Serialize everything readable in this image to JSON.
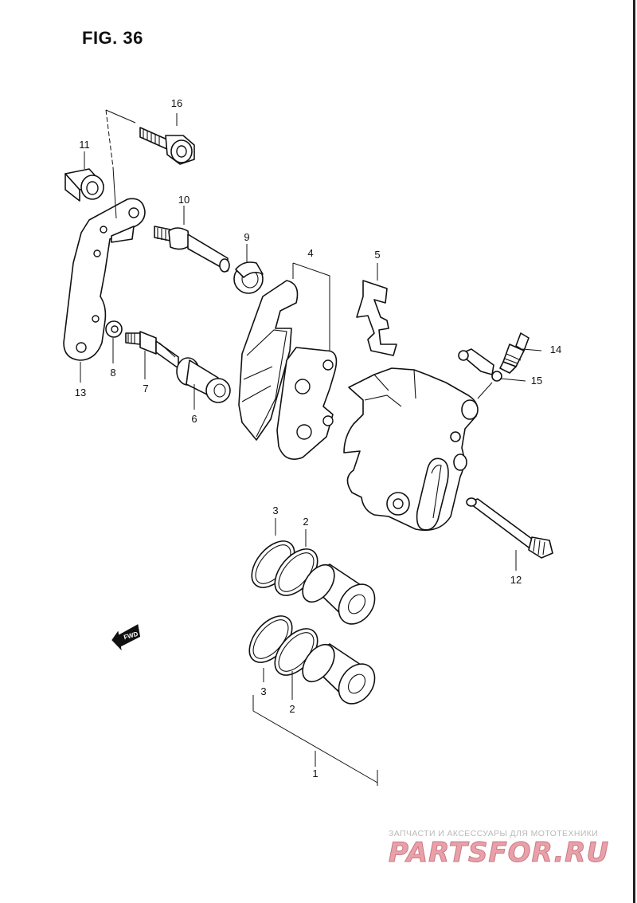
{
  "figure": {
    "title": "FIG. 36"
  },
  "callouts": [
    {
      "id": "16",
      "label": "16"
    },
    {
      "id": "11",
      "label": "11"
    },
    {
      "id": "10",
      "label": "10"
    },
    {
      "id": "9",
      "label": "9"
    },
    {
      "id": "4",
      "label": "4"
    },
    {
      "id": "5",
      "label": "5"
    },
    {
      "id": "14",
      "label": "14"
    },
    {
      "id": "15",
      "label": "15"
    },
    {
      "id": "13",
      "label": "13"
    },
    {
      "id": "8",
      "label": "8"
    },
    {
      "id": "7",
      "label": "7"
    },
    {
      "id": "6",
      "label": "6"
    },
    {
      "id": "12",
      "label": "12"
    },
    {
      "id": "3a",
      "label": "3"
    },
    {
      "id": "2a",
      "label": "2"
    },
    {
      "id": "3b",
      "label": "3"
    },
    {
      "id": "2b",
      "label": "2"
    },
    {
      "id": "1",
      "label": "1"
    }
  ],
  "fwd_arrow": {
    "label": "FWD"
  },
  "watermark": {
    "tagline": "ЗАПЧАСТИ И АКСЕССУАРЫ ДЛЯ МОТОТЕХНИКИ",
    "logo": "PARTSFOR.RU"
  }
}
